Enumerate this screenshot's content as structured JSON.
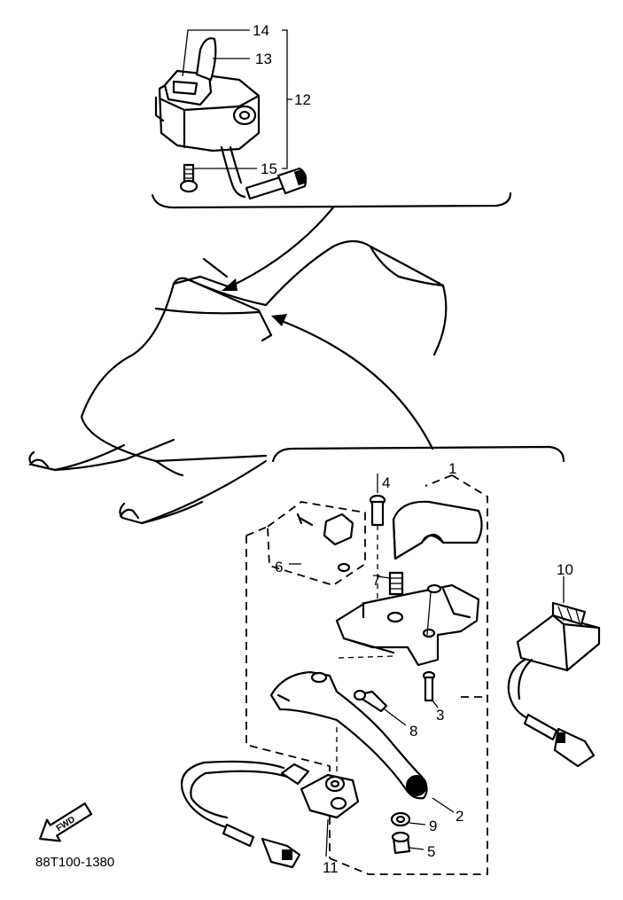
{
  "callouts": {
    "c1": "1",
    "c2": "2",
    "c3": "3",
    "c4": "4",
    "c5": "5",
    "c6": "6",
    "c7": "7",
    "c8": "8",
    "c9": "9",
    "c10": "10",
    "c11": "11",
    "c12": "12",
    "c13": "13",
    "c14": "14",
    "c15": "15"
  },
  "direction_arrow": {
    "label": "FWD"
  },
  "diagram_code": "88T100-1380"
}
